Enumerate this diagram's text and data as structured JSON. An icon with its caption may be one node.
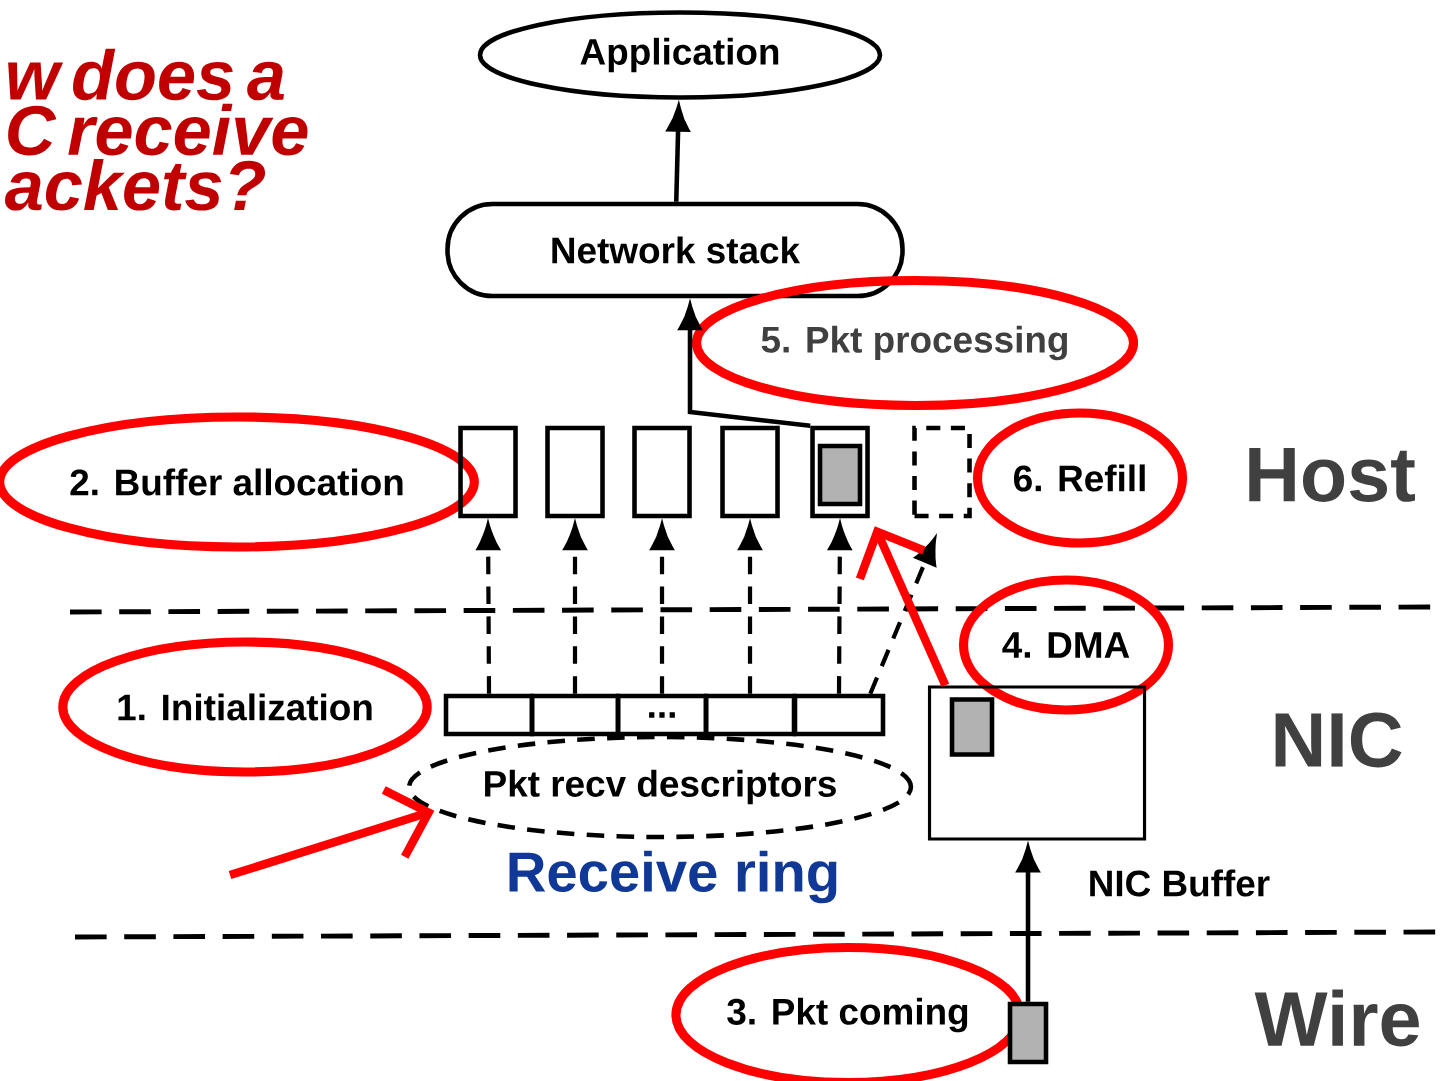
{
  "diagram": {
    "title": "w does a C receive ackets?",
    "nodes": [
      {
        "text": [
          "Application"
        ]
      },
      {
        "text": [
          "Network stack"
        ]
      },
      {
        "text": [
          "5. Pkt processing"
        ]
      },
      {
        "text": [
          "2. Buffer allocation"
        ]
      },
      {
        "text": [],
        "shape": "box"
      },
      {
        "text": [],
        "shape": "box"
      },
      {
        "text": [],
        "shape": "box"
      },
      {
        "text": [],
        "shape": "box"
      },
      {
        "text": [],
        "shape": "box"
      },
      {
        "text": [],
        "shape": "box",
        "in": 8
      },
      {
        "text": [],
        "shape": "box"
      },
      {
        "text": [
          "6. Refill"
        ]
      },
      {
        "text": [
          "4. DMA"
        ]
      },
      {
        "text": [
          "1. Initialization"
        ]
      },
      {
        "text": [],
        "shape": "box"
      },
      {
        "text": [],
        "shape": "box"
      },
      {
        "text": [
          "..."
        ]
      },
      {
        "text": [],
        "shape": "box"
      },
      {
        "text": [],
        "shape": "box"
      },
      {
        "text": [
          "Pkt recv descriptors"
        ]
      },
      {
        "text": [],
        "shape": "box",
        "beside": [
          "NIC Buffer"
        ]
      },
      {
        "text": [],
        "shape": "box",
        "in": 20
      },
      {
        "text": [
          "3. Pkt coming"
        ]
      },
      {
        "text": [],
        "shape": "box"
      }
    ],
    "edges": [
      {
        "from": 1,
        "to": 0,
        "arrow": "to"
      },
      {
        "from": 8,
        "to": 1,
        "arrow": "to"
      },
      {
        "from": 14,
        "to": 4,
        "arrow": "to",
        "style": "dashed"
      },
      {
        "from": 15,
        "to": 5,
        "arrow": "to",
        "style": "dashed"
      },
      {
        "from": 16,
        "to": 6,
        "arrow": "to",
        "style": "dashed"
      },
      {
        "from": 17,
        "to": 7,
        "arrow": "to",
        "style": "dashed"
      },
      {
        "from": 18,
        "to": 8,
        "arrow": "to",
        "style": "dashed"
      },
      {
        "from": 18,
        "to": 10,
        "arrow": "to",
        "style": "dashed"
      },
      {
        "from": 20,
        "to": 8,
        "arrow": "to",
        "style": "thick",
        "color": "#ff0000"
      },
      {
        "from": 23,
        "to": 20,
        "arrow": "to"
      },
      {
        "from": null,
        "to": 19,
        "arrow": "to",
        "style": "thick",
        "color": "#ff0000"
      }
    ],
    "labels": [
      "Host",
      "NIC",
      "Receive ring",
      "Wire"
    ]
  }
}
